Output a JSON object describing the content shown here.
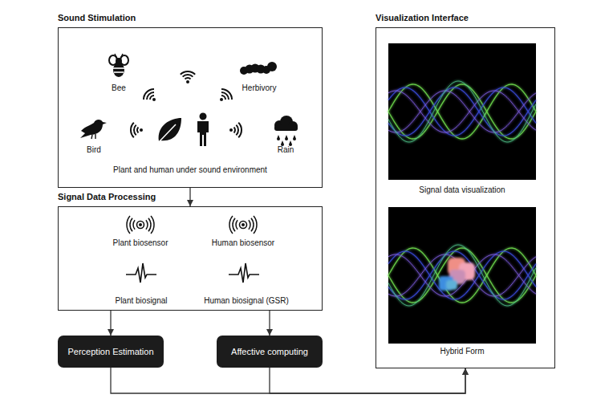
{
  "diagram": {
    "nodes": [
      {
        "text": [
          "Sound Stimulation",
          "Plant and human under sound environment"
        ]
      },
      {
        "text": [
          "Signal Data Processing"
        ]
      },
      {
        "text": [
          "Perception Estimation"
        ]
      },
      {
        "text": [
          "Affective computing"
        ]
      },
      {
        "text": [
          "Visualization Interface"
        ]
      }
    ],
    "edges": [
      {
        "from": 0,
        "to": 1,
        "arrow": "to"
      },
      {
        "from": 1,
        "to": 2,
        "arrow": "to"
      },
      {
        "from": 1,
        "to": 3,
        "arrow": "to"
      },
      {
        "from": 2,
        "to": 4,
        "arrow": "to"
      },
      {
        "from": 3,
        "to": 4,
        "arrow": "to"
      }
    ],
    "labels": [
      "Bee",
      "Herbivory",
      "Bird",
      "Rain",
      "Plant biosensor",
      "Human biosensor",
      "Plant biosignal",
      "Human biosignal (GSR)",
      "Signal data visualization",
      "Hybrid Form"
    ]
  }
}
